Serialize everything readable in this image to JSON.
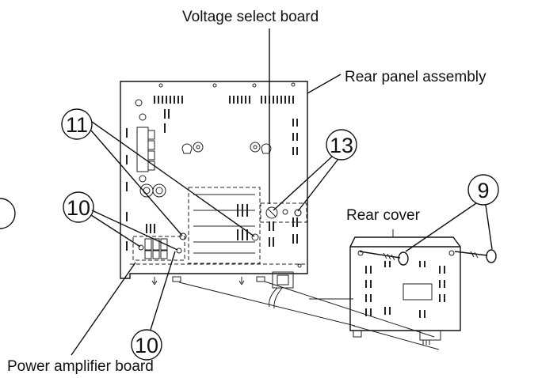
{
  "labels": {
    "voltage_select_board": "Voltage select board",
    "rear_panel_assembly": "Rear panel assembly",
    "rear_cover": "Rear cover",
    "power_amplifier_board": "Power amplifier board"
  },
  "callouts": {
    "c9": "9",
    "c10_upper": "10",
    "c10_lower": "10",
    "c11": "11",
    "c13": "13"
  }
}
